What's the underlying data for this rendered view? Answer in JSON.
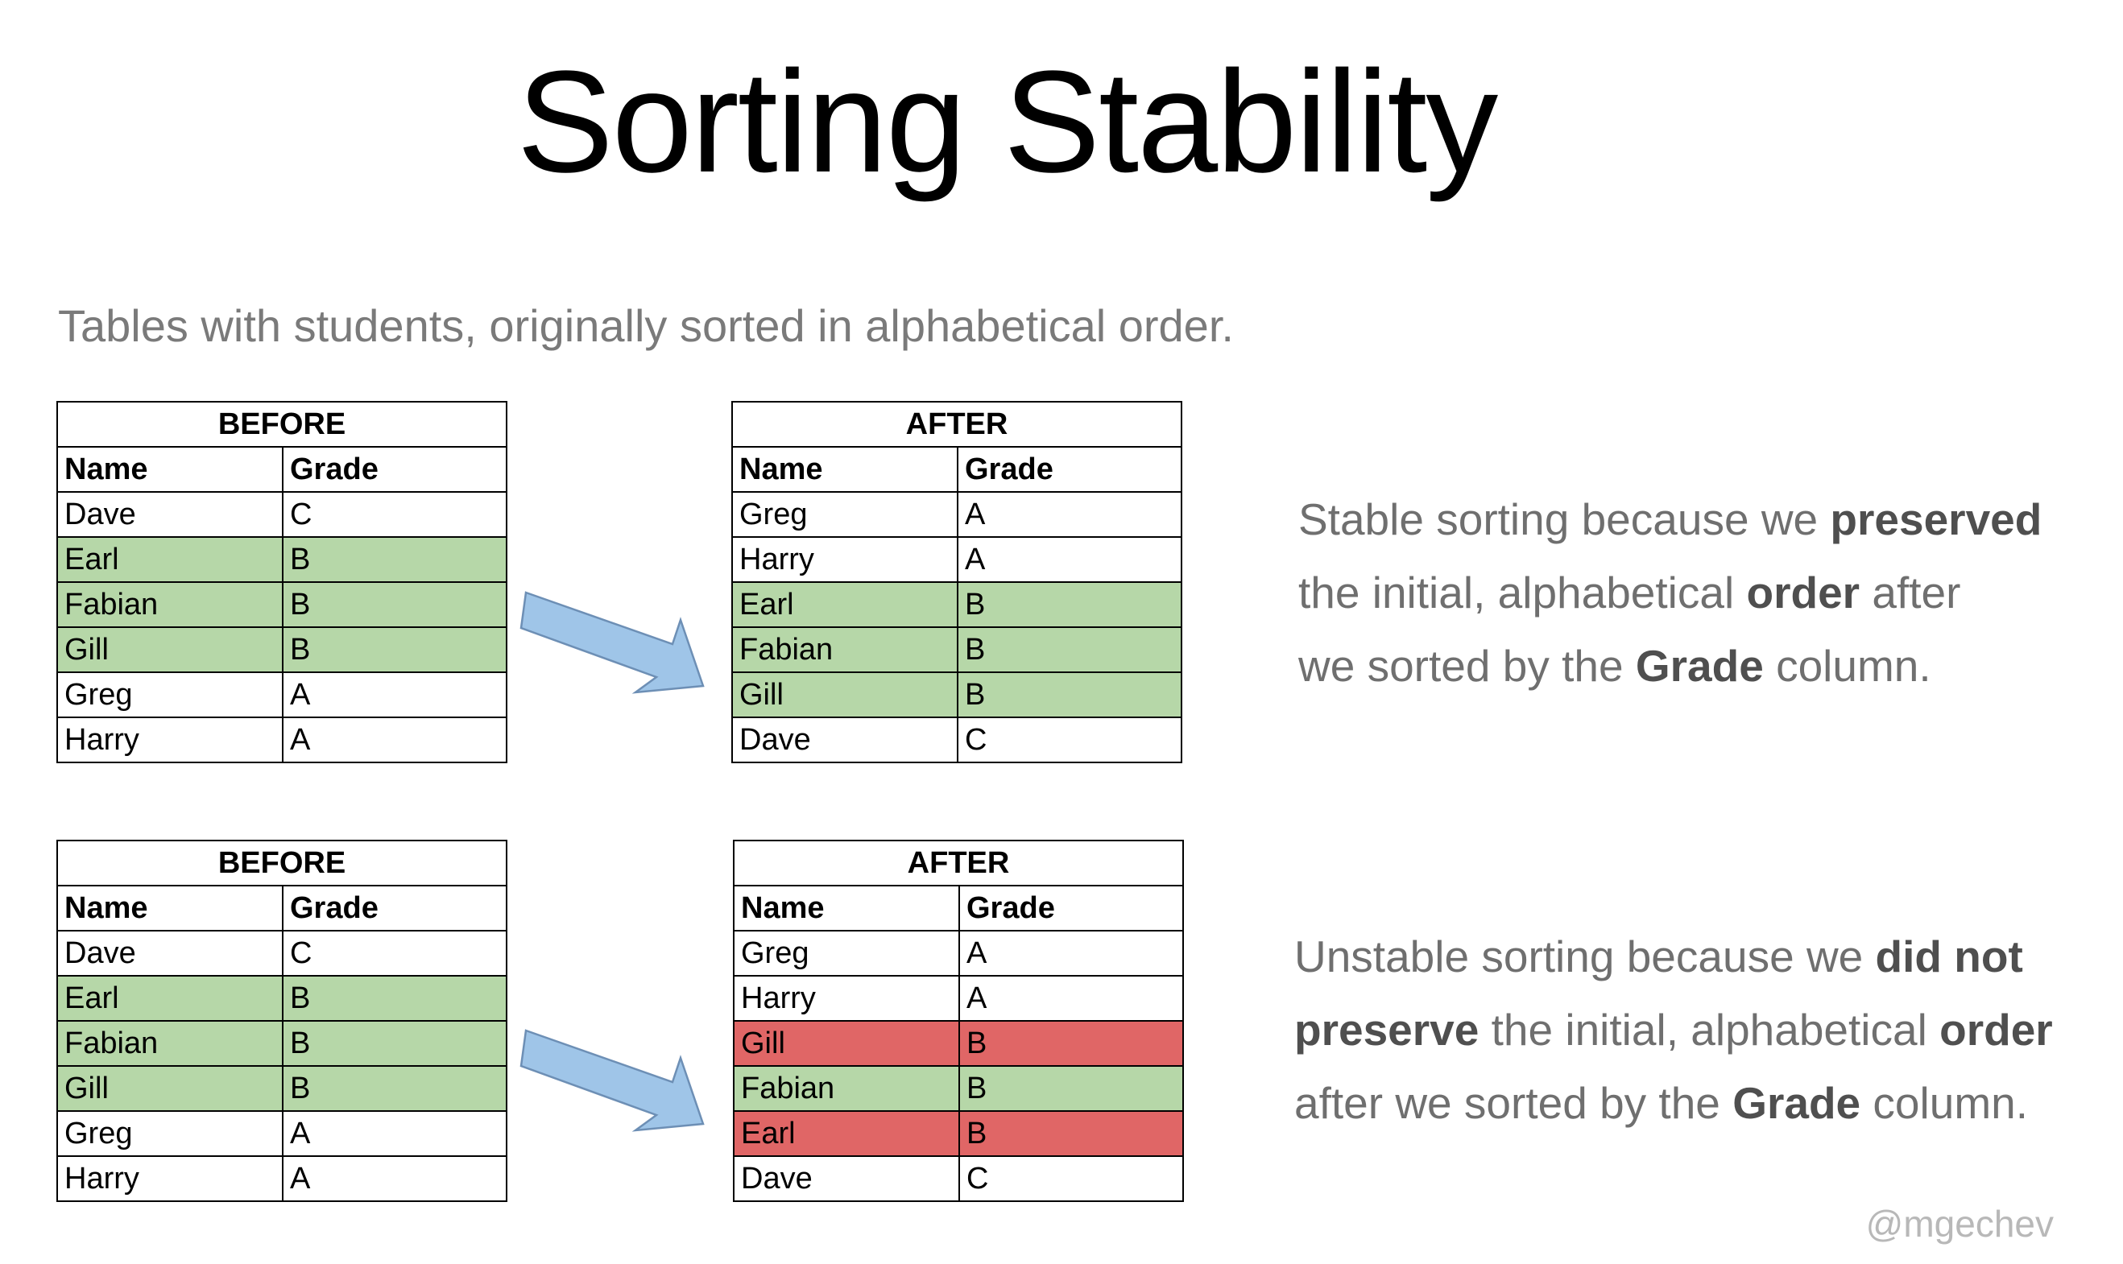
{
  "title": "Sorting Stability",
  "subtitle": "Tables with students, originally sorted in alphabetical order.",
  "headers": {
    "name": "Name",
    "grade": "Grade"
  },
  "examples": [
    {
      "before": {
        "caption": "BEFORE",
        "rows": [
          {
            "name": "Dave",
            "grade": "C",
            "highlight": "none"
          },
          {
            "name": "Earl",
            "grade": "B",
            "highlight": "green"
          },
          {
            "name": "Fabian",
            "grade": "B",
            "highlight": "green"
          },
          {
            "name": "Gill",
            "grade": "B",
            "highlight": "green"
          },
          {
            "name": "Greg",
            "grade": "A",
            "highlight": "none"
          },
          {
            "name": "Harry",
            "grade": "A",
            "highlight": "none"
          }
        ]
      },
      "after": {
        "caption": "AFTER",
        "rows": [
          {
            "name": "Greg",
            "grade": "A",
            "highlight": "none"
          },
          {
            "name": "Harry",
            "grade": "A",
            "highlight": "none"
          },
          {
            "name": "Earl",
            "grade": "B",
            "highlight": "green"
          },
          {
            "name": "Fabian",
            "grade": "B",
            "highlight": "green"
          },
          {
            "name": "Gill",
            "grade": "B",
            "highlight": "green"
          },
          {
            "name": "Dave",
            "grade": "C",
            "highlight": "none"
          }
        ]
      },
      "explanation": {
        "line1_a": "Stable sorting because we ",
        "line1_b": "preserved",
        "line2_a": "the initial, alphabetical ",
        "line2_b": "order",
        "line2_c": " after",
        "line3_a": "we sorted by the ",
        "line3_b": "Grade",
        "line3_c": " column."
      }
    },
    {
      "before": {
        "caption": "BEFORE",
        "rows": [
          {
            "name": "Dave",
            "grade": "C",
            "highlight": "none"
          },
          {
            "name": "Earl",
            "grade": "B",
            "highlight": "green"
          },
          {
            "name": "Fabian",
            "grade": "B",
            "highlight": "green"
          },
          {
            "name": "Gill",
            "grade": "B",
            "highlight": "green"
          },
          {
            "name": "Greg",
            "grade": "A",
            "highlight": "none"
          },
          {
            "name": "Harry",
            "grade": "A",
            "highlight": "none"
          }
        ]
      },
      "after": {
        "caption": "AFTER",
        "rows": [
          {
            "name": "Greg",
            "grade": "A",
            "highlight": "none"
          },
          {
            "name": "Harry",
            "grade": "A",
            "highlight": "none"
          },
          {
            "name": "Gill",
            "grade": "B",
            "highlight": "red"
          },
          {
            "name": "Fabian",
            "grade": "B",
            "highlight": "green"
          },
          {
            "name": "Earl",
            "grade": "B",
            "highlight": "red"
          },
          {
            "name": "Dave",
            "grade": "C",
            "highlight": "none"
          }
        ]
      },
      "explanation": {
        "line1_a": "Unstable sorting because we ",
        "line1_b": "did not",
        "line2_a": "preserve",
        "line2_b": " the initial, alphabetical ",
        "line2_c": "order",
        "line3_a": "after we sorted by the ",
        "line3_b": "Grade",
        "line3_c": " column."
      }
    }
  ],
  "credit": "@mgechev",
  "colors": {
    "green_row": "#b6d7a8",
    "red_row": "#e06666",
    "arrow_fill": "#9fc5e8",
    "arrow_stroke": "#6d8fb5"
  }
}
